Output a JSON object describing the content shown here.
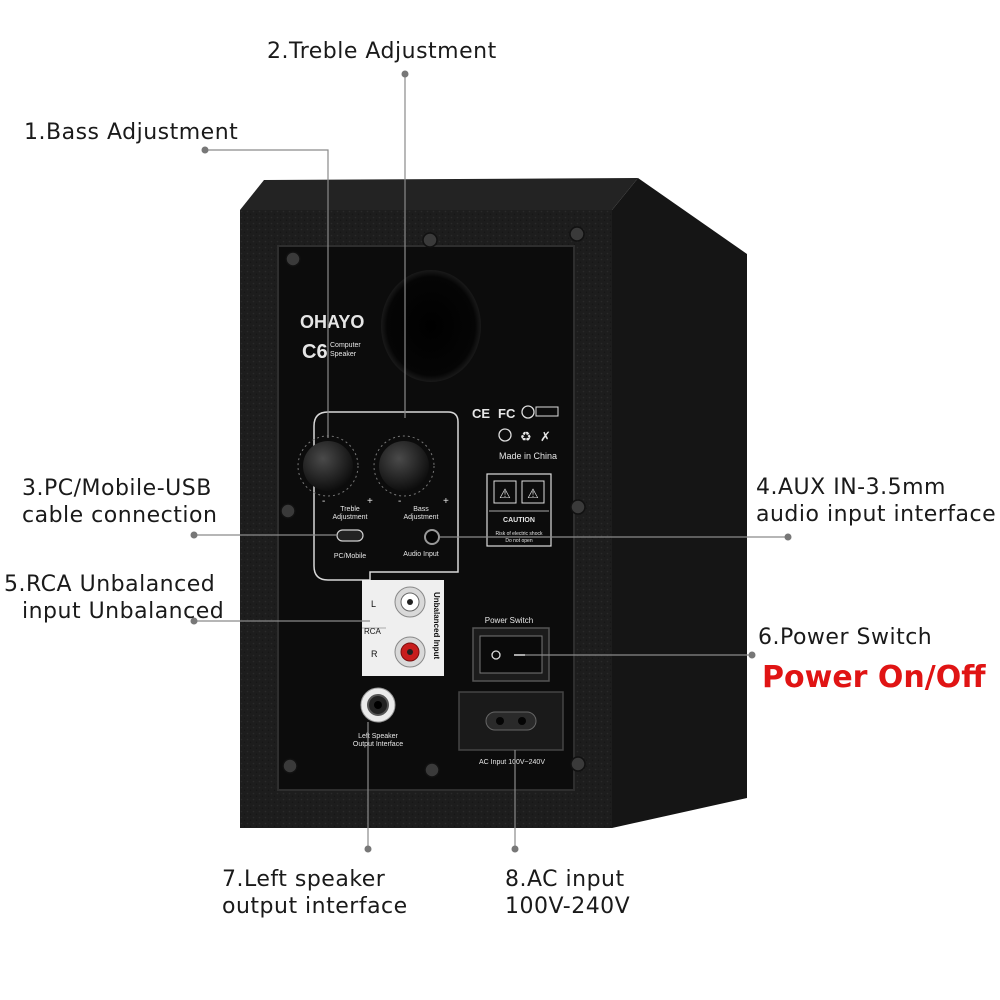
{
  "callouts": {
    "treble": "2.Treble Adjustment",
    "bass": "1.Bass Adjustment",
    "usb": [
      "3.PC/Mobile-USB",
      "cable connection"
    ],
    "aux": [
      "4.AUX IN-3.5mm",
      "audio input interface"
    ],
    "rca": [
      "5.RCA Unbalanced",
      "input Unbalanced"
    ],
    "power": "6.Power Switch",
    "power_note": "Power On/Off",
    "left_out": [
      "7.Left speaker",
      "output interface"
    ],
    "ac": [
      "8.AC input",
      "100V-240V"
    ]
  },
  "panel": {
    "brand": "OHAYO",
    "model": "C6",
    "model_sub": [
      "Computer",
      "Speaker"
    ],
    "knob_treble": [
      "Treble",
      "Adjustment"
    ],
    "knob_bass": [
      "Bass",
      "Adjustment"
    ],
    "minus": "-",
    "plus": "+",
    "usb_label": "PC/Mobile",
    "aux_label": "Audio Input",
    "made_in": "Made in China",
    "cert_ce": "CE",
    "cert_fc": "FC",
    "caution": "CAUTION",
    "caution_text": [
      "Risk of electric shock",
      "Do not open"
    ],
    "rca_l": "L",
    "rca_r": "R",
    "rca_mid": "RCA",
    "rca_vertical": "Unbalanced Input",
    "power_switch": "Power Switch",
    "left_speaker": [
      "Left Speaker",
      "Output Interface"
    ],
    "ac_input": "AC Input 100V~240V"
  },
  "colors": {
    "cabinet": "#1b1b1b",
    "panel": "#0c0c0c",
    "accent_red": "#e01414",
    "leader": "#8a8a8a"
  }
}
